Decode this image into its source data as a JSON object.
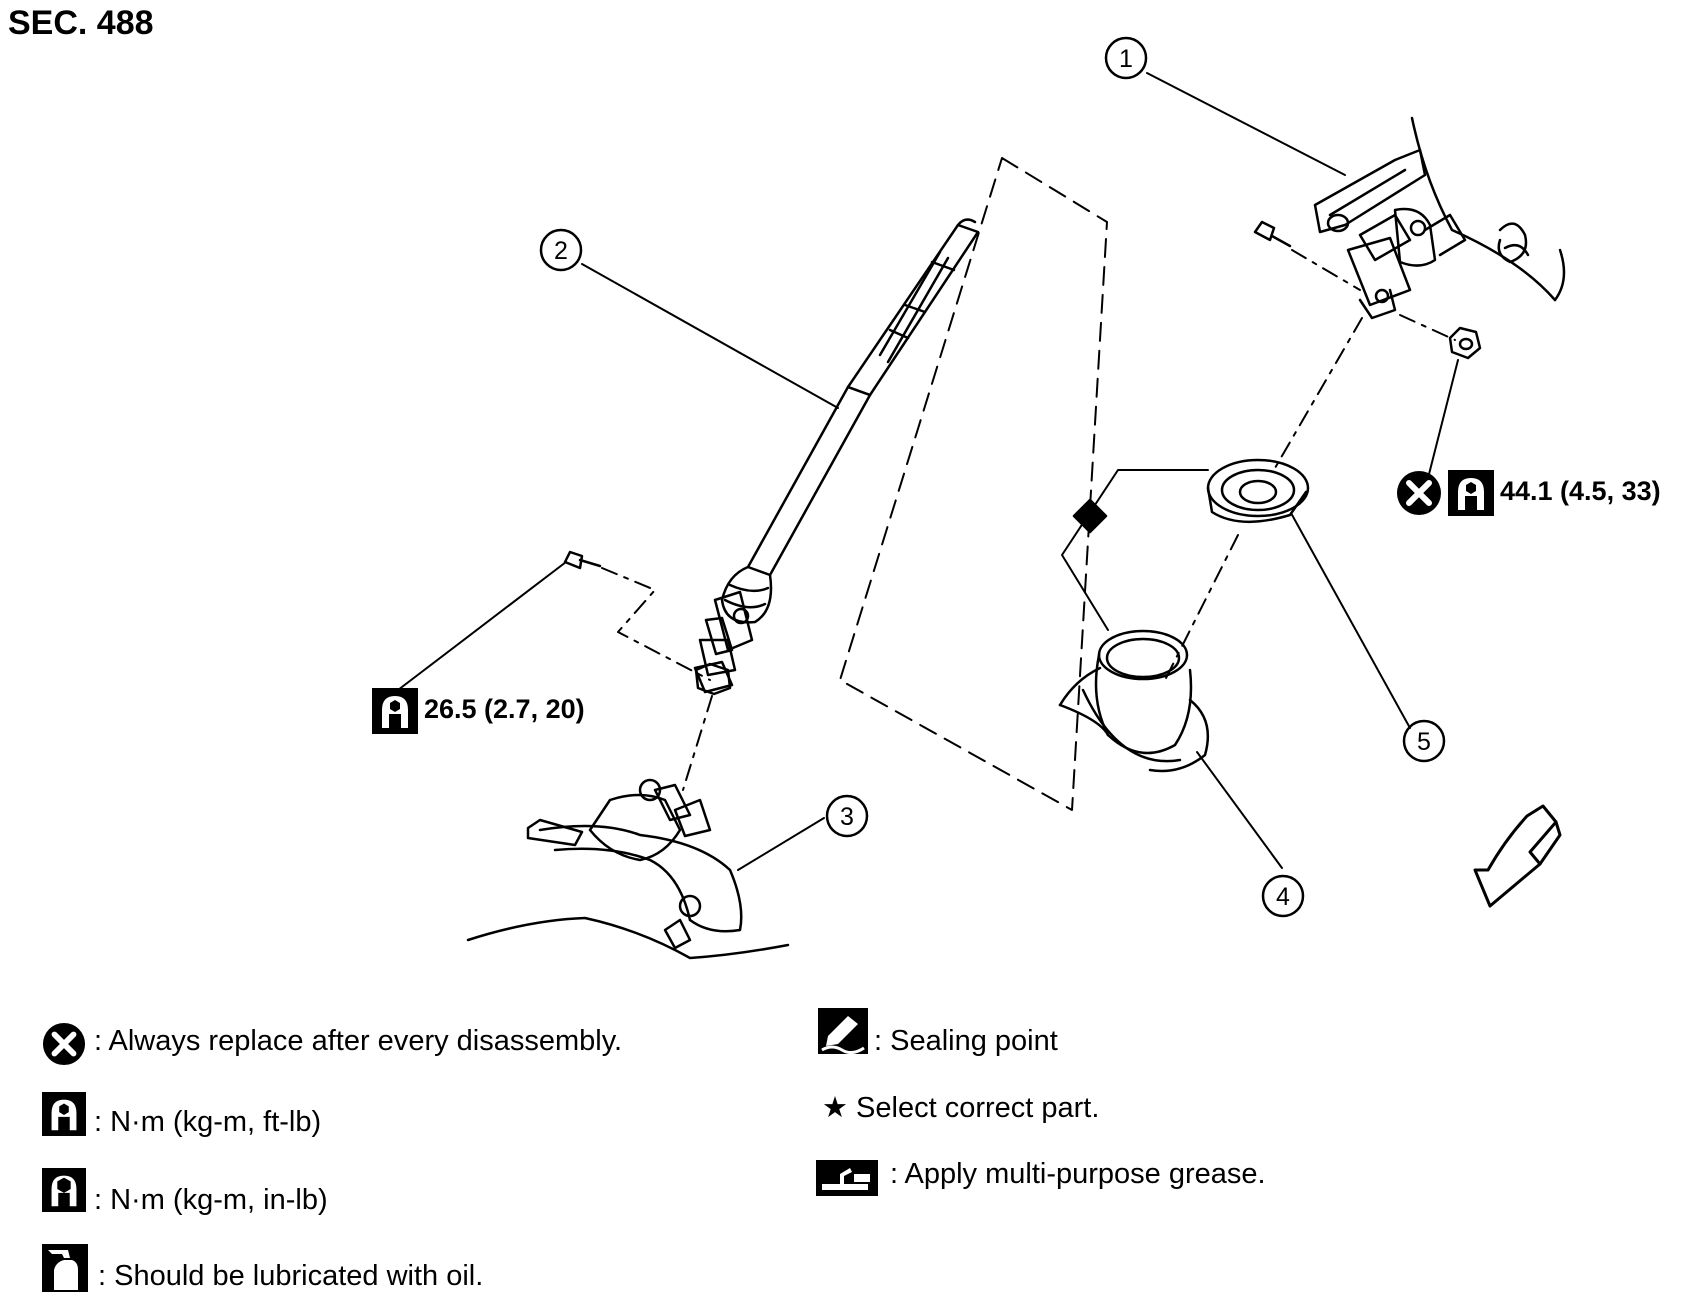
{
  "section_label": "SEC. 488",
  "callouts": [
    "1",
    "2",
    "3",
    "4",
    "5"
  ],
  "torque": {
    "upper_nut": "44.1 (4.5, 33)",
    "lower_bolt": "26.5 (2.7, 20)"
  },
  "legend": {
    "replace": ": Always replace after every disassembly.",
    "nm_ftlb": ": N·m (kg-m, ft-lb)",
    "nm_inlb": ": N·m (kg-m, in-lb)",
    "oil": ": Should be lubricated with oil.",
    "sealing": ": Sealing point",
    "select": "★ Select correct part.",
    "grease": ": Apply multi-purpose grease."
  },
  "icons": [
    "replace-x-icon",
    "torque-wrench-icon",
    "torque-wrench-filled-icon",
    "oil-can-icon",
    "sealing-point-icon",
    "grease-gun-icon",
    "front-arrow-icon"
  ]
}
